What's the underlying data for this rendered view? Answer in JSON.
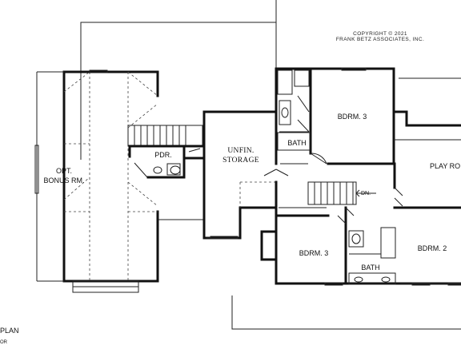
{
  "copyright": {
    "line1": "COPYRIGHT © 2021",
    "line2": "FRANK BETZ ASSOCIATES, INC."
  },
  "rooms": {
    "bonus": [
      "OPT.",
      "BONUS RM."
    ],
    "powder": "PDR.",
    "storage": [
      "UNFIN.",
      "STORAGE"
    ],
    "bedroom3_top": "BDRM. 3",
    "bath_top": "BATH",
    "play": "PLAY RO",
    "bedroom3_bottom": "BDRM. 3",
    "bedroom2": "BDRM. 2",
    "bath_bottom": "BATH",
    "stair_down": "DN."
  },
  "plan_title": {
    "line1": "PLAN",
    "line2": "OR"
  }
}
